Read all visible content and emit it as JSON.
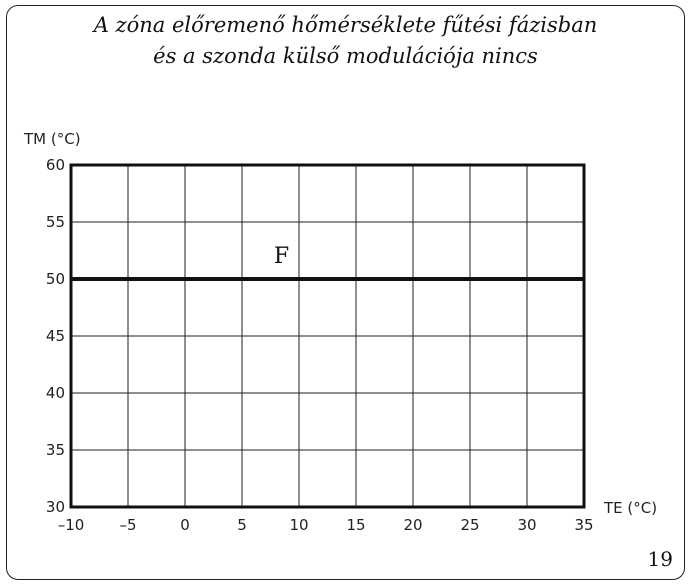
{
  "title_line1": "A zóna előremenő hőmérséklete fűtési fázisban",
  "title_line2": "és a szonda külső modulációja nincs",
  "page_number": "19",
  "chart_data": {
    "type": "line",
    "ylabel": "TM (°C)",
    "xlabel": "TE (°C)",
    "xlim": [
      -10,
      35
    ],
    "ylim": [
      30,
      60
    ],
    "x_ticks": [
      -10,
      -5,
      0,
      5,
      10,
      15,
      20,
      25,
      30,
      35
    ],
    "y_ticks": [
      30,
      35,
      40,
      45,
      50,
      55,
      60
    ],
    "grid": true,
    "series": [
      {
        "name": "F",
        "x": [
          -10,
          35
        ],
        "y": [
          50,
          50
        ]
      }
    ],
    "colors": {
      "line": "#111111",
      "grid": "#222222"
    }
  }
}
